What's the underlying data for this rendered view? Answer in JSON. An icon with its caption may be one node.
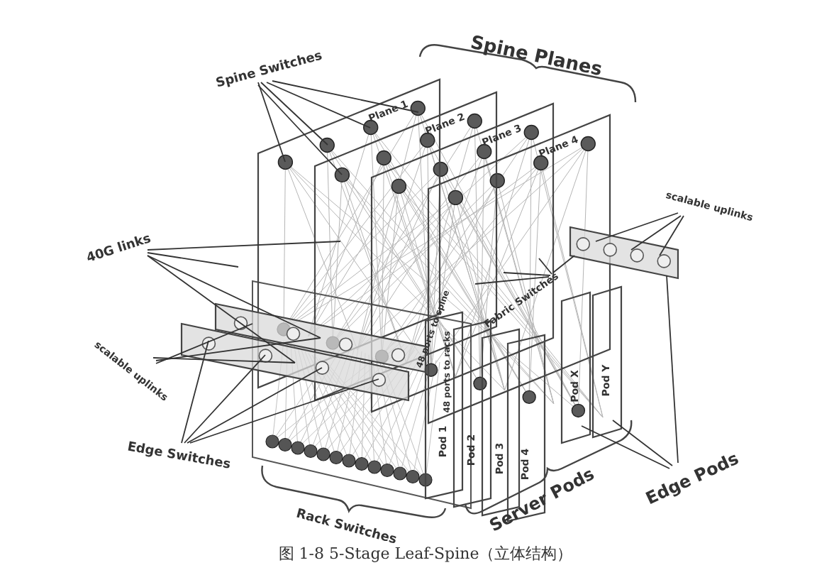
{
  "diagram": {
    "caption": "图 1-8 5-Stage Leaf-Spine（立体结构）",
    "nodes": [
      {
        "text": [
          "Plane 1"
        ]
      },
      {
        "text": [
          "Plane 2"
        ]
      },
      {
        "text": [
          "Plane 3"
        ]
      },
      {
        "text": [
          "Plane 4"
        ]
      },
      {
        "text": [
          "Spine Switches"
        ]
      },
      {
        "text": [
          "40G links"
        ]
      },
      {
        "text": [
          "scalable uplinks"
        ]
      },
      {
        "text": [
          "Edge Switches"
        ]
      },
      {
        "text": [
          "scalable uplinks"
        ]
      },
      {
        "text": [
          "Fabric Switches"
        ]
      },
      {
        "text": [
          "Edge Pods"
        ]
      },
      {
        "text": [
          "Pod 1"
        ]
      },
      {
        "text": [
          "Pod 2"
        ]
      },
      {
        "text": [
          "Pod 3"
        ]
      },
      {
        "text": [
          "Pod 4"
        ]
      },
      {
        "text": [
          "Pod X"
        ]
      },
      {
        "text": [
          "Pod Y"
        ]
      },
      {
        "text": [],
        "shape": "box"
      },
      {
        "text": [],
        "shape": "box"
      },
      {
        "text": [],
        "shape": "box"
      }
    ],
    "edges": [
      {
        "from": 4,
        "to": 0,
        "arrow": "none"
      },
      {
        "from": 4,
        "to": 0,
        "arrow": "none"
      },
      {
        "from": 4,
        "to": 0,
        "arrow": "none"
      },
      {
        "from": 4,
        "to": 0,
        "arrow": "none"
      },
      {
        "from": 4,
        "to": 0,
        "arrow": "none"
      },
      {
        "from": 5,
        "to": 0,
        "arrow": "none"
      },
      {
        "from": 5,
        "to": null,
        "arrow": "none"
      },
      {
        "from": 5,
        "to": 17,
        "arrow": "none"
      },
      {
        "from": 5,
        "to": 18,
        "arrow": "none"
      },
      {
        "from": 6,
        "to": 18,
        "arrow": "none"
      },
      {
        "from": 6,
        "to": 17,
        "arrow": "none"
      },
      {
        "from": 6,
        "to": 17,
        "arrow": "none"
      },
      {
        "from": 7,
        "to": 18,
        "arrow": "none"
      },
      {
        "from": 7,
        "to": 18,
        "arrow": "none"
      },
      {
        "from": 7,
        "to": 18,
        "arrow": "none"
      },
      {
        "from": 7,
        "to": 18,
        "arrow": "none"
      },
      {
        "from": 8,
        "to": 19,
        "arrow": "none"
      },
      {
        "from": 8,
        "to": 19,
        "arrow": "none"
      },
      {
        "from": 8,
        "to": 19,
        "arrow": "none"
      },
      {
        "from": 9,
        "to": 3,
        "arrow": "none"
      },
      {
        "from": 9,
        "to": 3,
        "arrow": "none"
      },
      {
        "from": 9,
        "to": 3,
        "arrow": "none"
      },
      {
        "from": 9,
        "to": 3,
        "arrow": "none"
      },
      {
        "from": 10,
        "to": 19,
        "arrow": "none"
      },
      {
        "from": 10,
        "to": 16,
        "arrow": "none"
      },
      {
        "from": 10,
        "to": 15,
        "arrow": "none"
      }
    ],
    "labels": [
      "Spine Planes",
      "48 ports to spine",
      "48 ports to racks",
      "Rack Switches",
      "Server Pods"
    ]
  }
}
